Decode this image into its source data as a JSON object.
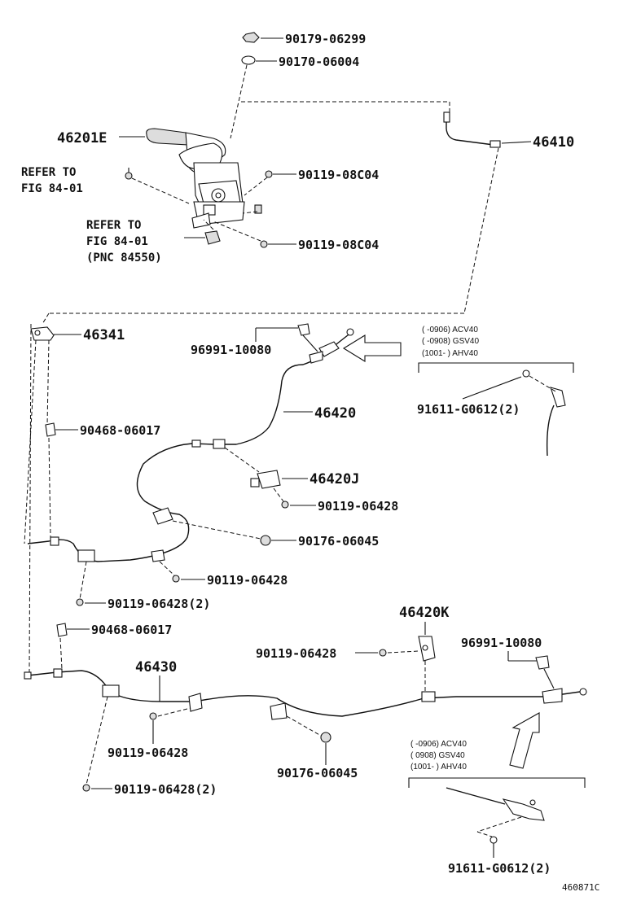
{
  "diagram": {
    "figure_code": "460871C",
    "parts": {
      "nut_top": "90179-06299",
      "washer_top": "90170-06004",
      "lever": "46201E",
      "front_cable": "46410",
      "refer_1_line1": "REFER TO",
      "refer_1_line2": "FIG 84-01",
      "bolt_lever_1": "90119-08C04",
      "refer_2_line1": "REFER TO",
      "refer_2_line2": "FIG 84-01",
      "refer_2_line3": "(PNC 84550)",
      "bolt_lever_2": "90119-08C04",
      "equalizer": "46341",
      "clip_right": "96991-10080",
      "retainer_1": "90468-06017",
      "cable_no2": "46420",
      "bracket_j": "46420J",
      "bolt_j": "90119-06428",
      "grommet_1": "90176-06045",
      "bolt_a": "90119-06428",
      "bolt_a2": "90119-06428(2)",
      "retainer_2": "90468-06017",
      "bracket_k": "46420K",
      "bolt_k": "90119-06428",
      "clip_left": "96991-10080",
      "cable_no3": "46430",
      "bolt_b": "90119-06428",
      "grommet_2": "90176-06045",
      "bolt_b2": "90119-06428(2)",
      "bolt_upper_detail": "91611-G0612(2)",
      "bolt_lower_detail": "91611-G0612(2)"
    },
    "applicability_upper": [
      "(    -0906) ACV40",
      "(    -0908) GSV40",
      "(1001-    ) AHV40"
    ],
    "applicability_lower": [
      "(    -0906) ACV40",
      "(    0908) GSV40",
      "(1001-    ) AHV40"
    ]
  }
}
